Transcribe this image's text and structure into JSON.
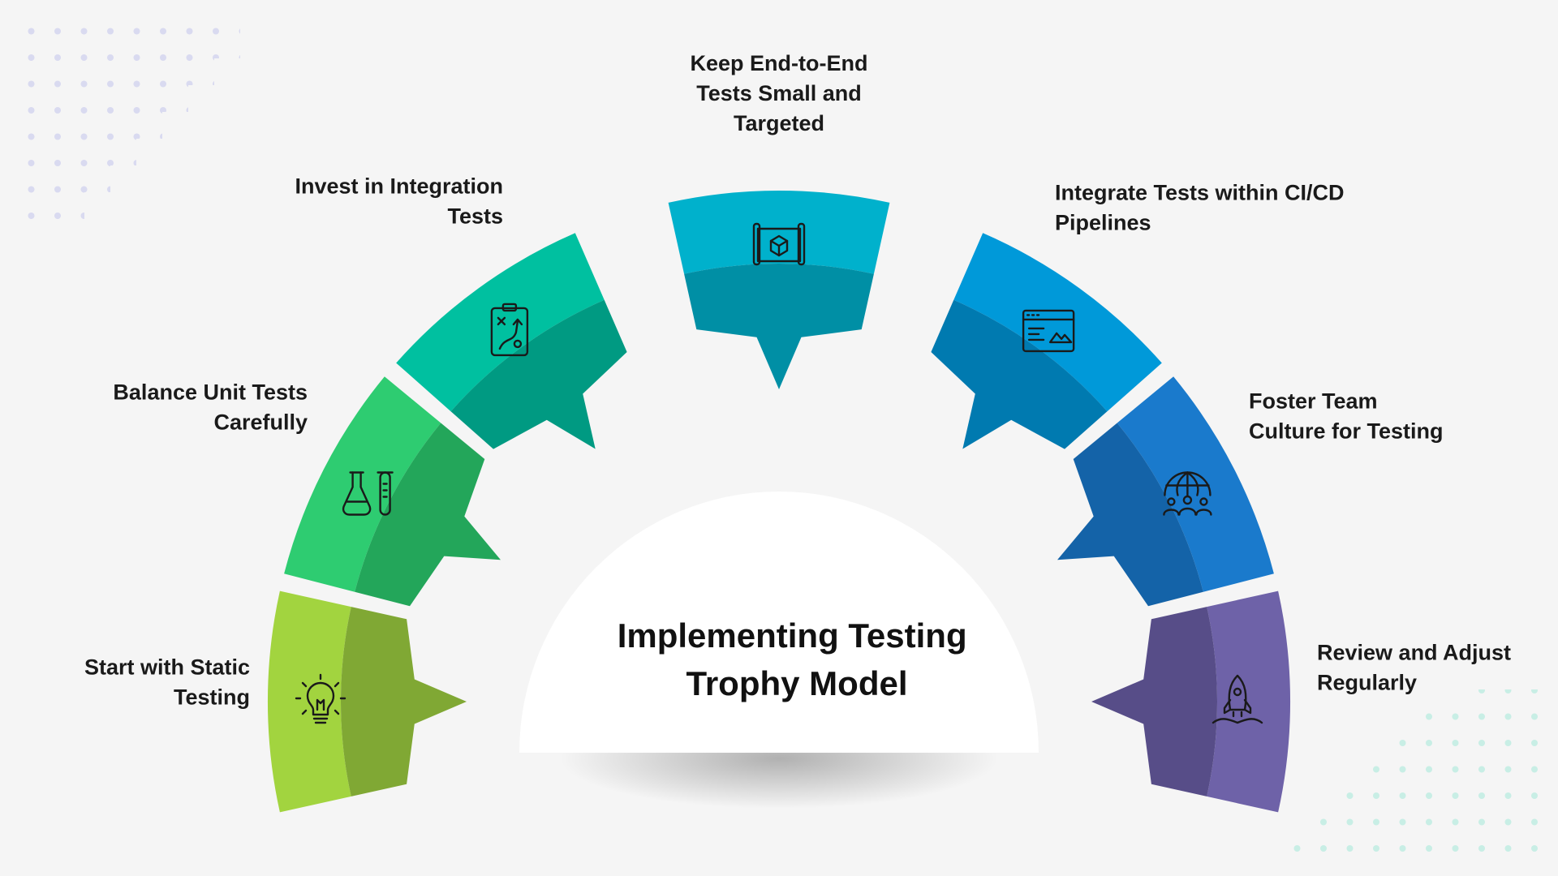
{
  "title": {
    "lines": [
      "Implementing Testing",
      "Trophy Model"
    ]
  },
  "steps": [
    {
      "lines": [
        "Start with Static",
        "Testing"
      ],
      "icon": "lightbulb-icon",
      "color": "#a2d43f",
      "dark": "#80a834"
    },
    {
      "lines": [
        "Balance Unit Tests",
        "Carefully"
      ],
      "icon": "flask-icon",
      "color": "#2ecc71",
      "dark": "#23a65a"
    },
    {
      "lines": [
        "Invest in Integration",
        "Tests"
      ],
      "icon": "clipboard-strategy-icon",
      "color": "#00c0a0",
      "dark": "#009a82"
    },
    {
      "lines": [
        "Keep End-to-End",
        "Tests Small and",
        "Targeted"
      ],
      "icon": "blueprint-icon",
      "color": "#00b1cc",
      "dark": "#008fa5"
    },
    {
      "lines": [
        "Integrate Tests within CI/CD",
        "Pipelines"
      ],
      "icon": "browser-window-icon",
      "color": "#0099d9",
      "dark": "#007ab0"
    },
    {
      "lines": [
        "Foster Team",
        "Culture for Testing"
      ],
      "icon": "global-team-icon",
      "color": "#1a7acc",
      "dark": "#1463a8"
    },
    {
      "lines": [
        "Review and Adjust",
        "Regularly"
      ],
      "icon": "rocket-icon",
      "color": "#6e62a8",
      "dark": "#574d88"
    }
  ]
}
